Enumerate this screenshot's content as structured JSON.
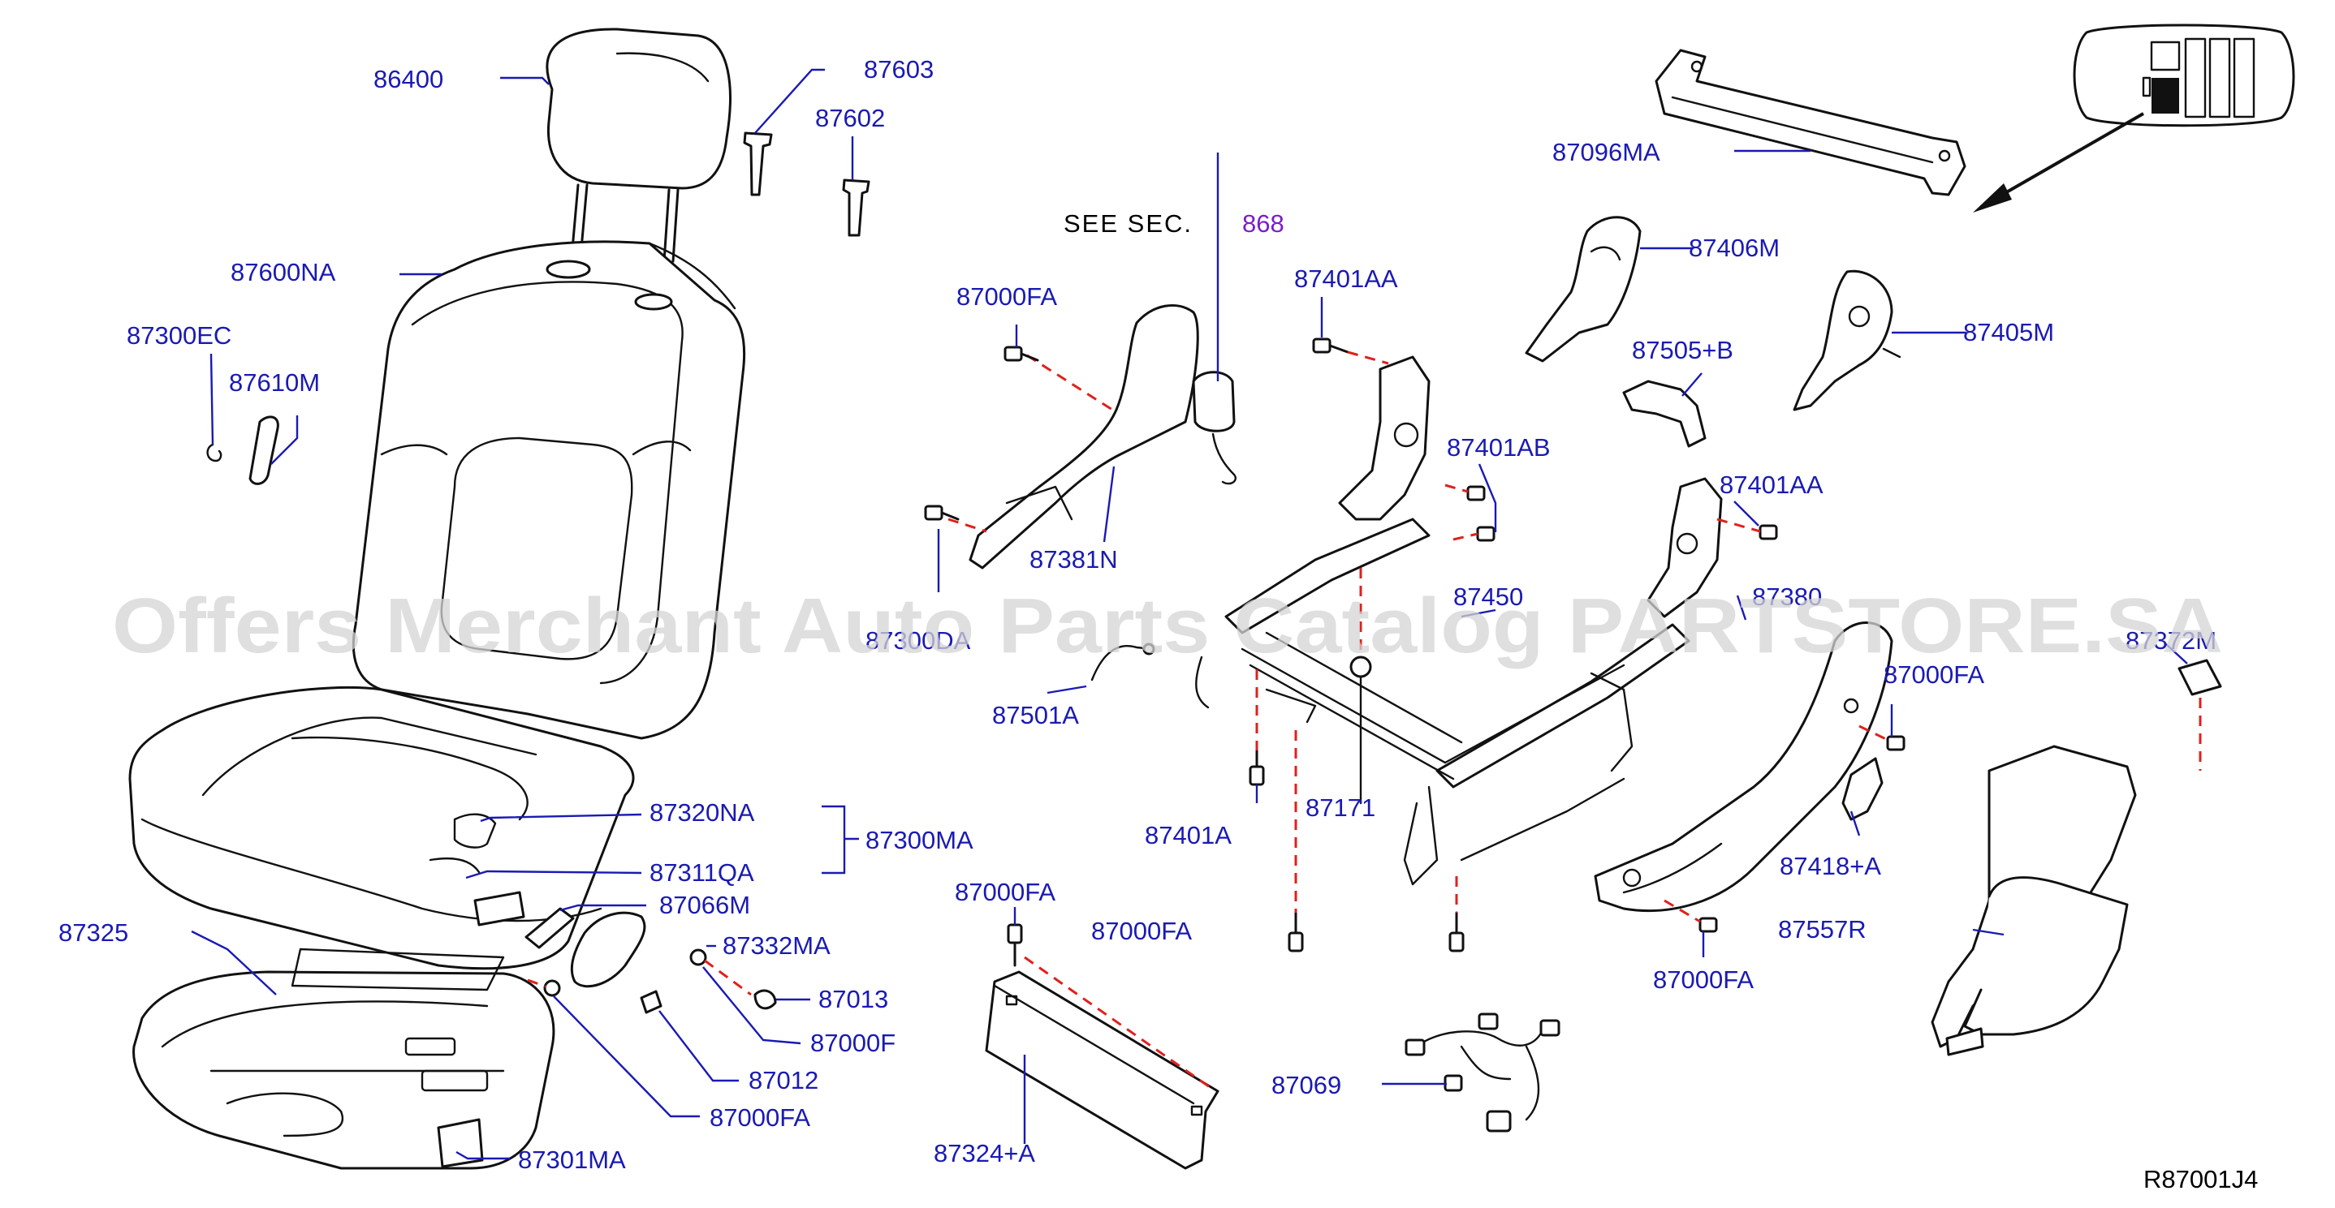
{
  "diagram": {
    "see_section": {
      "prefix": "SEE SEC.",
      "ref": "868"
    },
    "drawing_code": "R87001J4",
    "watermark": "Offers Merchant Auto Parts Catalog PARTSTORE.SA",
    "colors": {
      "label": "#1a1ab4",
      "leader": "#1a1ab4",
      "dashed_guide": "#e0201c",
      "section_ref": "#7a1ec8",
      "part_outline": "#111111"
    },
    "parts": [
      {
        "id": "p86400",
        "label": "86400"
      },
      {
        "id": "p87603",
        "label": "87603"
      },
      {
        "id": "p87602",
        "label": "87602"
      },
      {
        "id": "p87600NA",
        "label": "87600NA"
      },
      {
        "id": "p87300EC",
        "label": "87300EC"
      },
      {
        "id": "p87610M",
        "label": "87610M"
      },
      {
        "id": "p87000FA_a",
        "label": "87000FA"
      },
      {
        "id": "p87381N",
        "label": "87381N"
      },
      {
        "id": "p87300DA",
        "label": "87300DA"
      },
      {
        "id": "p87501A",
        "label": "87501A"
      },
      {
        "id": "p87401AA_a",
        "label": "87401AA"
      },
      {
        "id": "p87401AB",
        "label": "87401AB"
      },
      {
        "id": "p87401AA_b",
        "label": "87401AA"
      },
      {
        "id": "p87450",
        "label": "87450"
      },
      {
        "id": "p87171",
        "label": "87171"
      },
      {
        "id": "p87401A",
        "label": "87401A"
      },
      {
        "id": "p87000FA_b",
        "label": "87000FA"
      },
      {
        "id": "p87096MA",
        "label": "87096MA"
      },
      {
        "id": "p87406M",
        "label": "87406M"
      },
      {
        "id": "p87505B",
        "label": "87505+B"
      },
      {
        "id": "p87405M",
        "label": "87405M"
      },
      {
        "id": "p87380",
        "label": "87380"
      },
      {
        "id": "p87000FA_c",
        "label": "87000FA"
      },
      {
        "id": "p87372M",
        "label": "87372M"
      },
      {
        "id": "p87418A",
        "label": "87418+A"
      },
      {
        "id": "p87000FA_d",
        "label": "87000FA"
      },
      {
        "id": "p87557R",
        "label": "87557R"
      },
      {
        "id": "p87320NA",
        "label": "87320NA"
      },
      {
        "id": "p87300MA",
        "label": "87300MA"
      },
      {
        "id": "p87311QA",
        "label": "87311QA"
      },
      {
        "id": "p87325",
        "label": "87325"
      },
      {
        "id": "p87066M",
        "label": "87066M"
      },
      {
        "id": "p87332MA",
        "label": "87332MA"
      },
      {
        "id": "p87013",
        "label": "87013"
      },
      {
        "id": "p87000F",
        "label": "87000F"
      },
      {
        "id": "p87012",
        "label": "87012"
      },
      {
        "id": "p87000FA_e",
        "label": "87000FA"
      },
      {
        "id": "p87301MA",
        "label": "87301MA"
      },
      {
        "id": "p87000FA_f",
        "label": "87000FA"
      },
      {
        "id": "p87324A",
        "label": "87324+A"
      },
      {
        "id": "p87069",
        "label": "87069"
      }
    ]
  }
}
